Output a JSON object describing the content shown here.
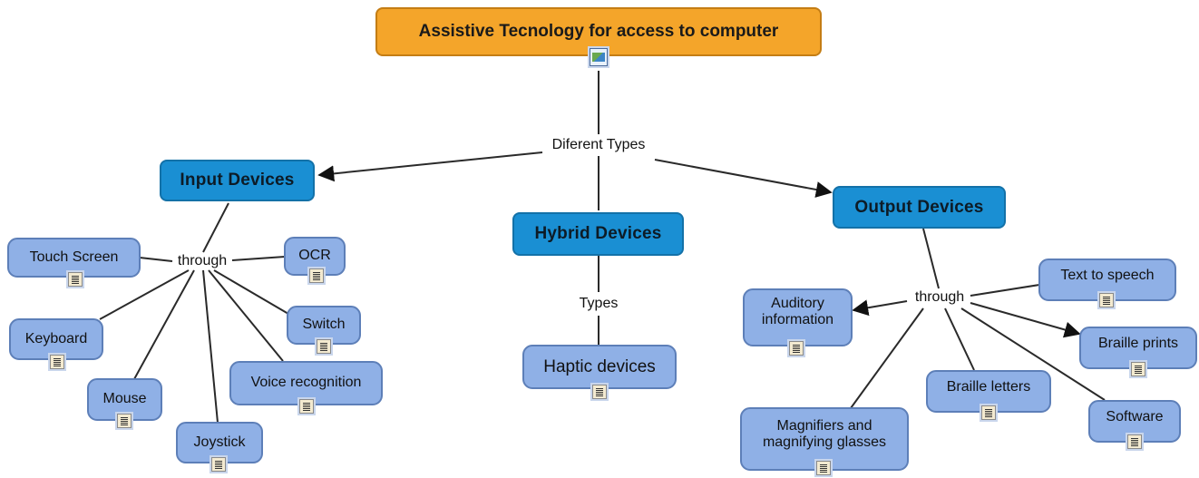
{
  "title": "Assistive Tecnology for access to computer",
  "link_labels": {
    "different_types": "Diferent Types",
    "input_through": "through",
    "hybrid_types": "Types",
    "output_through": "through"
  },
  "categories": {
    "input": "Input Devices",
    "hybrid": "Hybrid Devices",
    "output": "Output Devices"
  },
  "input_devices": {
    "touch_screen": "Touch Screen",
    "ocr": "OCR",
    "keyboard": "Keyboard",
    "switch": "Switch",
    "voice_recognition": "Voice recognition",
    "mouse": "Mouse",
    "joystick": "Joystick"
  },
  "hybrid_devices": {
    "haptic": "Haptic devices"
  },
  "output_devices": {
    "auditory": "Auditory information",
    "text_to_speech": "Text to speech",
    "braille_prints": "Braille prints",
    "braille_letters": "Braille letters",
    "software": "Software",
    "magnifiers": "Magnifiers and magnifying glasses"
  },
  "colors": {
    "root_fill": "#f4a52a",
    "category_fill": "#1a8fd3",
    "leaf_fill": "#8fb0e6",
    "link_line": "#2a2a2a"
  },
  "icons": {
    "root_resource": "image-resource-icon",
    "leaf_resource": "document-resource-icon"
  }
}
